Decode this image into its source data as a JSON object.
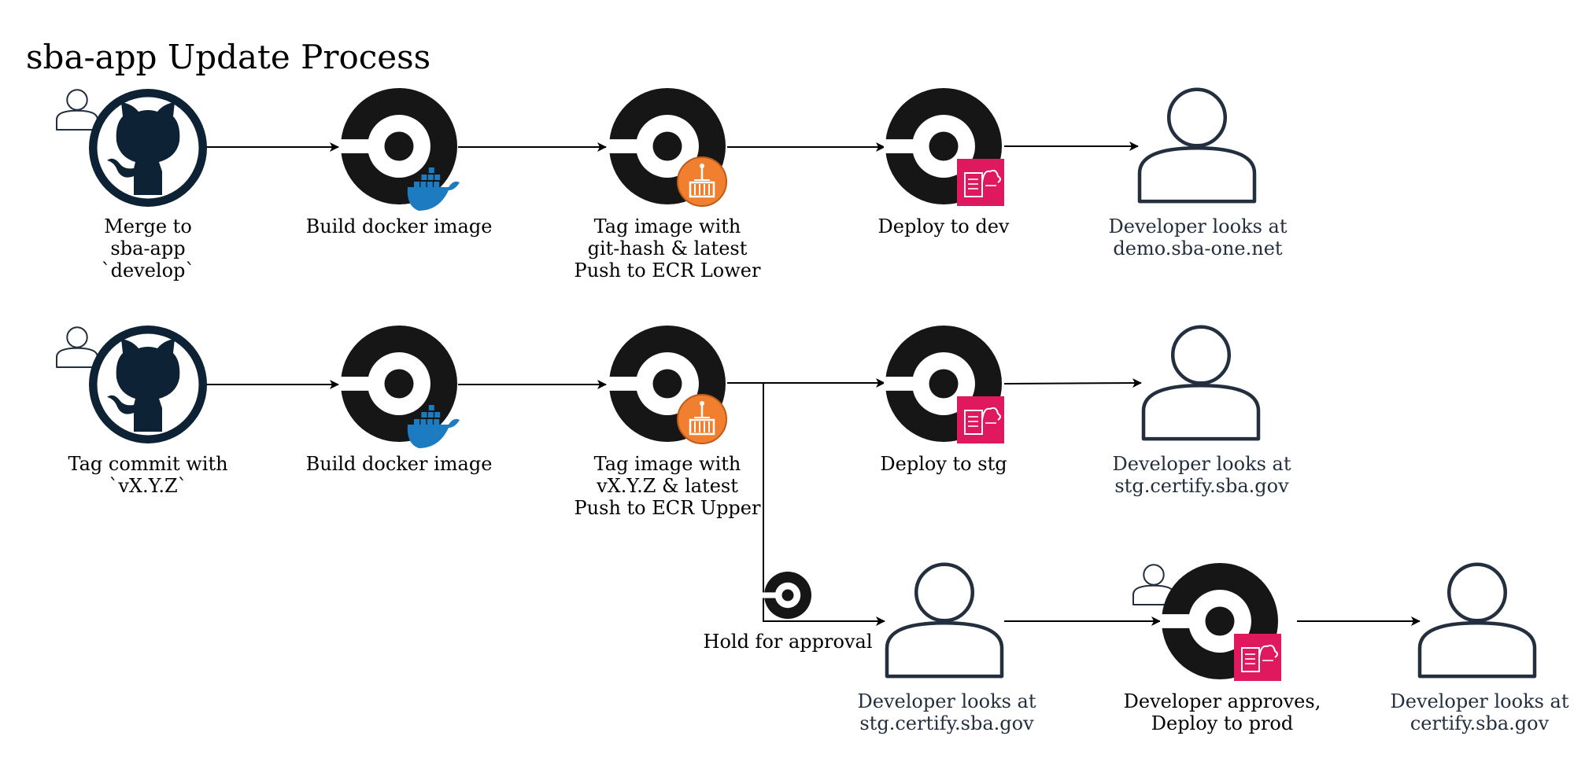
{
  "title": "sba-app Update Process",
  "colors": {
    "github": "#0d2235",
    "circleci": "#161616",
    "docker": "#1d7bc2",
    "ecr_orange": "#f08030",
    "aws_pink": "#e0195e",
    "person": "#232f3e",
    "arrow": "#000000"
  },
  "steps": {
    "r1_merge": [
      "Merge to",
      "sba-app",
      "`develop`"
    ],
    "r1_build": [
      "Build docker image"
    ],
    "r1_tag": [
      "Tag image with",
      "git-hash & latest",
      "Push to ECR Lower"
    ],
    "r1_deploy": [
      "Deploy to dev"
    ],
    "r1_dev": [
      "Developer looks at",
      "demo.sba-one.net"
    ],
    "r2_tagcommit": [
      "Tag commit with",
      "`vX.Y.Z`"
    ],
    "r2_build": [
      "Build docker image"
    ],
    "r2_tag": [
      "Tag image with",
      "vX.Y.Z & latest",
      "Push to ECR Upper"
    ],
    "r2_deploy": [
      "Deploy to stg"
    ],
    "r2_dev": [
      "Developer looks at",
      "stg.certify.sba.gov"
    ],
    "r3_hold": [
      "Hold for approval"
    ],
    "r3_dev": [
      "Developer looks at",
      "stg.certify.sba.gov"
    ],
    "r3_approve": [
      "Developer approves,",
      "Deploy to prod"
    ],
    "r3_final": [
      "Developer looks at",
      "certify.sba.gov"
    ]
  },
  "icons": {
    "r1": [
      "user-small-icon",
      "github-icon",
      "circleci-icon",
      "docker-icon",
      "circleci-icon",
      "ecr-icon",
      "circleci-icon",
      "cloudformation-icon",
      "person-icon"
    ],
    "r2": [
      "user-small-icon",
      "github-icon",
      "circleci-icon",
      "docker-icon",
      "circleci-icon",
      "ecr-icon",
      "circleci-icon",
      "cloudformation-icon",
      "person-icon"
    ],
    "r3": [
      "circleci-small-icon",
      "person-icon",
      "user-small-icon",
      "circleci-icon",
      "cloudformation-icon",
      "person-icon"
    ]
  }
}
